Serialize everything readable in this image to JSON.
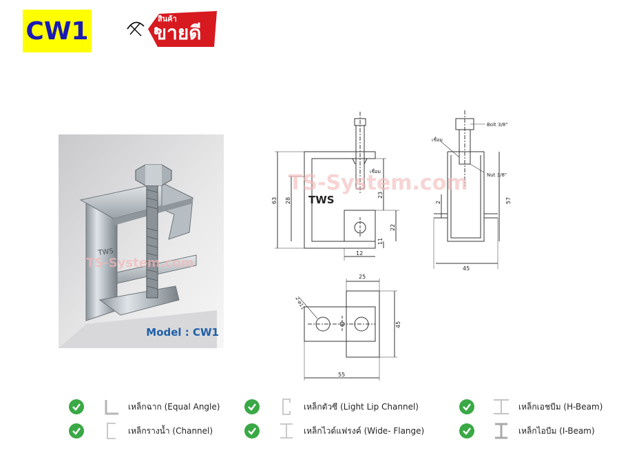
{
  "header": {
    "model_code": "CW1",
    "tag_small": "สินค้า",
    "tag_big": "ขายดี"
  },
  "photo": {
    "caption": "Model : CW1",
    "stamp": "TWS",
    "watermark": "TS-System.com"
  },
  "drawings": {
    "watermark": "TS-System.com",
    "side_view": {
      "stamp": "TWS",
      "weld_label": "เชื่อม",
      "dim_total_height": "63",
      "dim_lower": "28",
      "dim_upper": "23",
      "dim_slot": "22",
      "dim_lip": "11",
      "dim_width": "12"
    },
    "front_view": {
      "bolt_label": "Bolt 3/8\"",
      "nut_label": "Nut 3/8\"",
      "weld_label": "เชื่อม",
      "dim_height": "57",
      "dim_thickness": "2",
      "dim_width": "45"
    },
    "top_view": {
      "hole_label": "2-ø11",
      "dim_tab": "25",
      "dim_height": "45",
      "dim_length": "55"
    }
  },
  "beam_types": [
    {
      "label": "เหล็กฉาก (Equal Angle)",
      "icon": "angle-profile-icon"
    },
    {
      "label": "เหล็กตัวซี (Light Lip Channel)",
      "icon": "lip-channel-profile-icon"
    },
    {
      "label": "เหล็กเอชบีม (H-Beam)",
      "icon": "h-beam-profile-icon"
    },
    {
      "label": "เหล็กรางน้ำ (Channel)",
      "icon": "channel-profile-icon"
    },
    {
      "label": "เหล็กไวด์แฟรงค์ (Wide- Flange)",
      "icon": "wide-flange-profile-icon"
    },
    {
      "label": "เหล็กไอบีม (I-Beam)",
      "icon": "i-beam-profile-icon"
    }
  ],
  "colors": {
    "badge_bg": "#ffff00",
    "badge_text": "#1a1ab5",
    "tag_red": "#d71920",
    "check_green": "#3aa845",
    "caption_blue": "#1f5fa8",
    "watermark_red": "#f2b8b8"
  }
}
